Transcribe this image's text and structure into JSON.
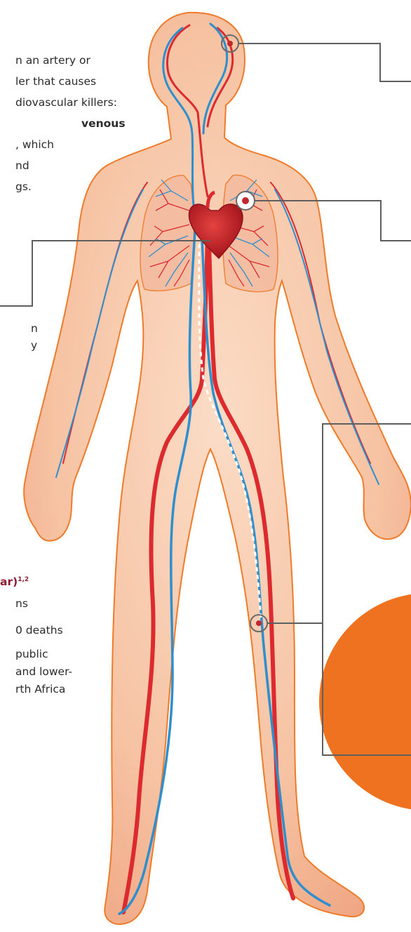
{
  "intro": {
    "lines": [
      "n an artery or",
      "ler that causes",
      "diovascular killers:",
      "venous",
      ", which",
      "nd",
      "gs."
    ]
  },
  "left_fragment": {
    "lines": [
      "n",
      "y"
    ]
  },
  "stats": {
    "heading": "ar)",
    "heading_refs": "1,2",
    "lines": [
      "ns",
      "0 deaths",
      "public",
      "and lower-",
      "rth Africa"
    ]
  },
  "colors": {
    "skin": "#f6c3a3",
    "skin_outline": "#ef7b2a",
    "artery": "#dc2a2f",
    "vein": "#2f8fce",
    "leader_line": "#5f5f5f",
    "orange_disc": "#ef7220",
    "heading_text": "#8a1c34"
  },
  "icons": {
    "clot_brain": "clot-icon",
    "clot_lung": "clot-icon",
    "clot_leg": "clot-icon",
    "heart": "heart-icon"
  }
}
